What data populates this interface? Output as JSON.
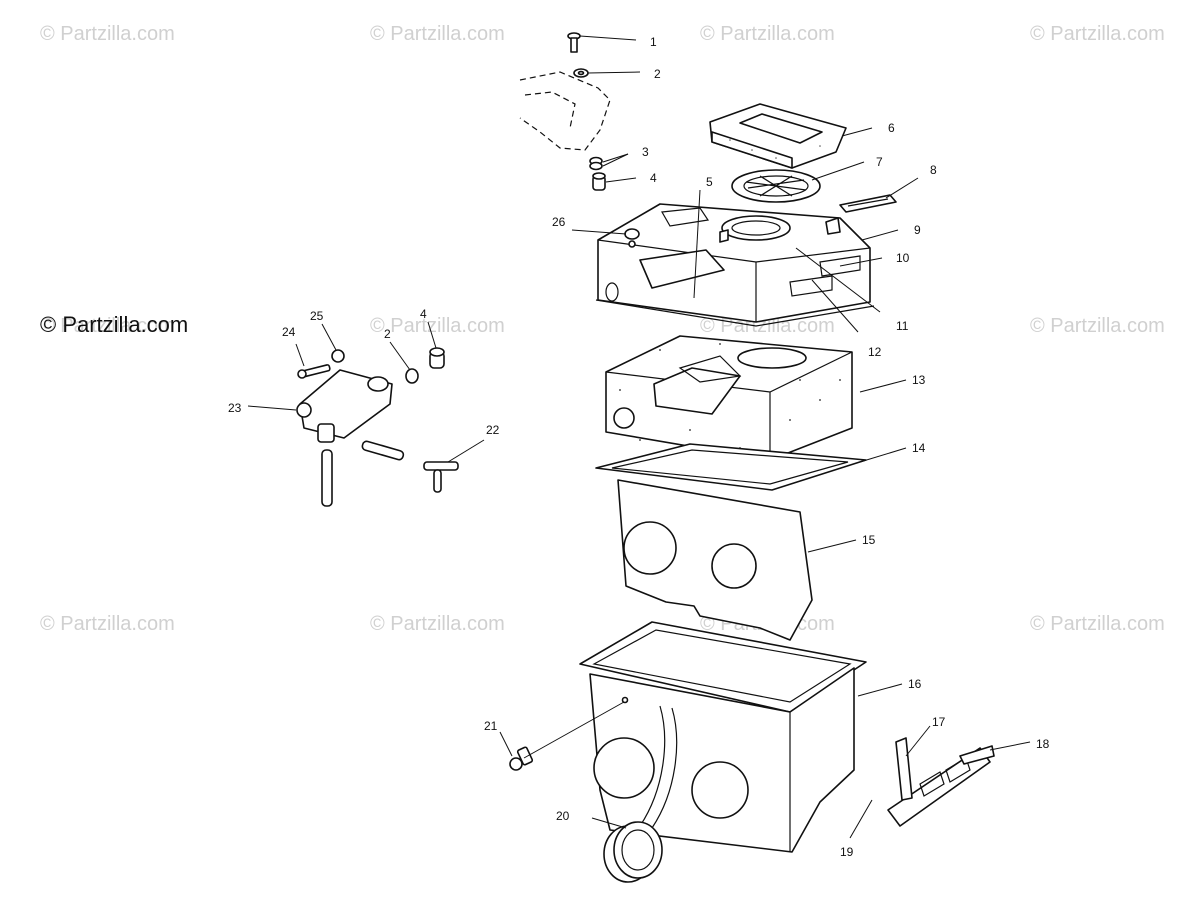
{
  "watermarks": {
    "row1": [
      "© Partzilla.com",
      "© Partzilla.com",
      "© Partzilla.com",
      "© Partzilla.com"
    ],
    "row2": [
      "© Partzilla.com",
      "© Partzilla.com",
      "© Partzilla.com",
      "© Partzilla.com"
    ],
    "row3": [
      "© Partzilla.com",
      "© Partzilla.com",
      "© Partzilla.com",
      "© Partzilla.com"
    ],
    "main": "© Partzilla.com"
  },
  "callouts": {
    "c1": "1",
    "c2": "2",
    "c3": "3",
    "c4": "4",
    "c5": "5",
    "c6": "6",
    "c7": "7",
    "c8": "8",
    "c9": "9",
    "c10": "10",
    "c11": "11",
    "c12": "12",
    "c13": "13",
    "c14": "14",
    "c15": "15",
    "c16": "16",
    "c17": "17",
    "c18": "18",
    "c19": "19",
    "c20": "20",
    "c21": "21",
    "c22": "22",
    "c23": "23",
    "c24": "24",
    "c25": "25",
    "c26": "26",
    "c2b": "2",
    "c4b": "4"
  },
  "colors": {
    "ink": "#111111",
    "watermark": "#d0d0d0",
    "background": "#ffffff"
  }
}
